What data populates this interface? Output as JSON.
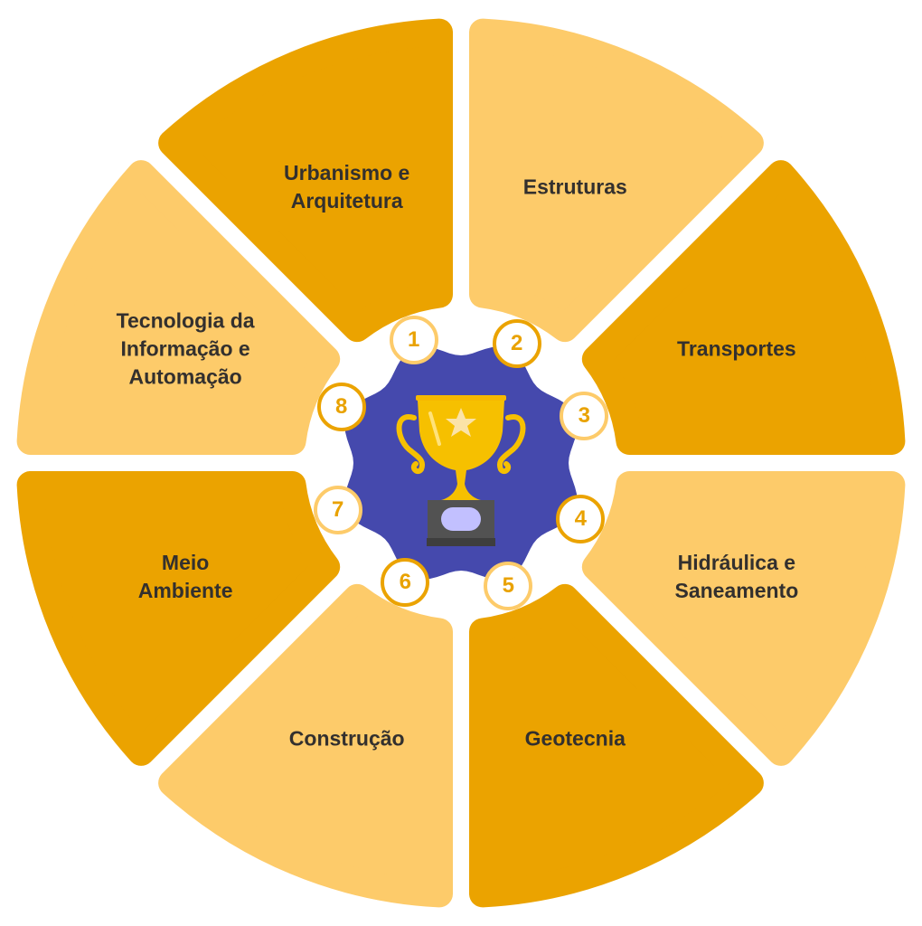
{
  "title": "Áreas",
  "colors": {
    "dark": "#EBA300",
    "light": "#FDCB6A",
    "center": "#4549AD",
    "text": "#33302E",
    "number": "#E9A200"
  },
  "center_icon": "trophy-icon",
  "segments": [
    {
      "number": "1",
      "label": "Urbanismo e\nArquitetura",
      "tone": "dark"
    },
    {
      "number": "2",
      "label": "Estruturas",
      "tone": "light"
    },
    {
      "number": "3",
      "label": "Transportes",
      "tone": "dark"
    },
    {
      "number": "4",
      "label": "Hidráulica e\nSaneamento",
      "tone": "light"
    },
    {
      "number": "5",
      "label": "Geotecnia",
      "tone": "dark"
    },
    {
      "number": "6",
      "label": "Construção",
      "tone": "light"
    },
    {
      "number": "7",
      "label": "Meio\nAmbiente",
      "tone": "dark"
    },
    {
      "number": "8",
      "label": "Tecnologia da\nInformação e\nAutomação",
      "tone": "light"
    }
  ]
}
